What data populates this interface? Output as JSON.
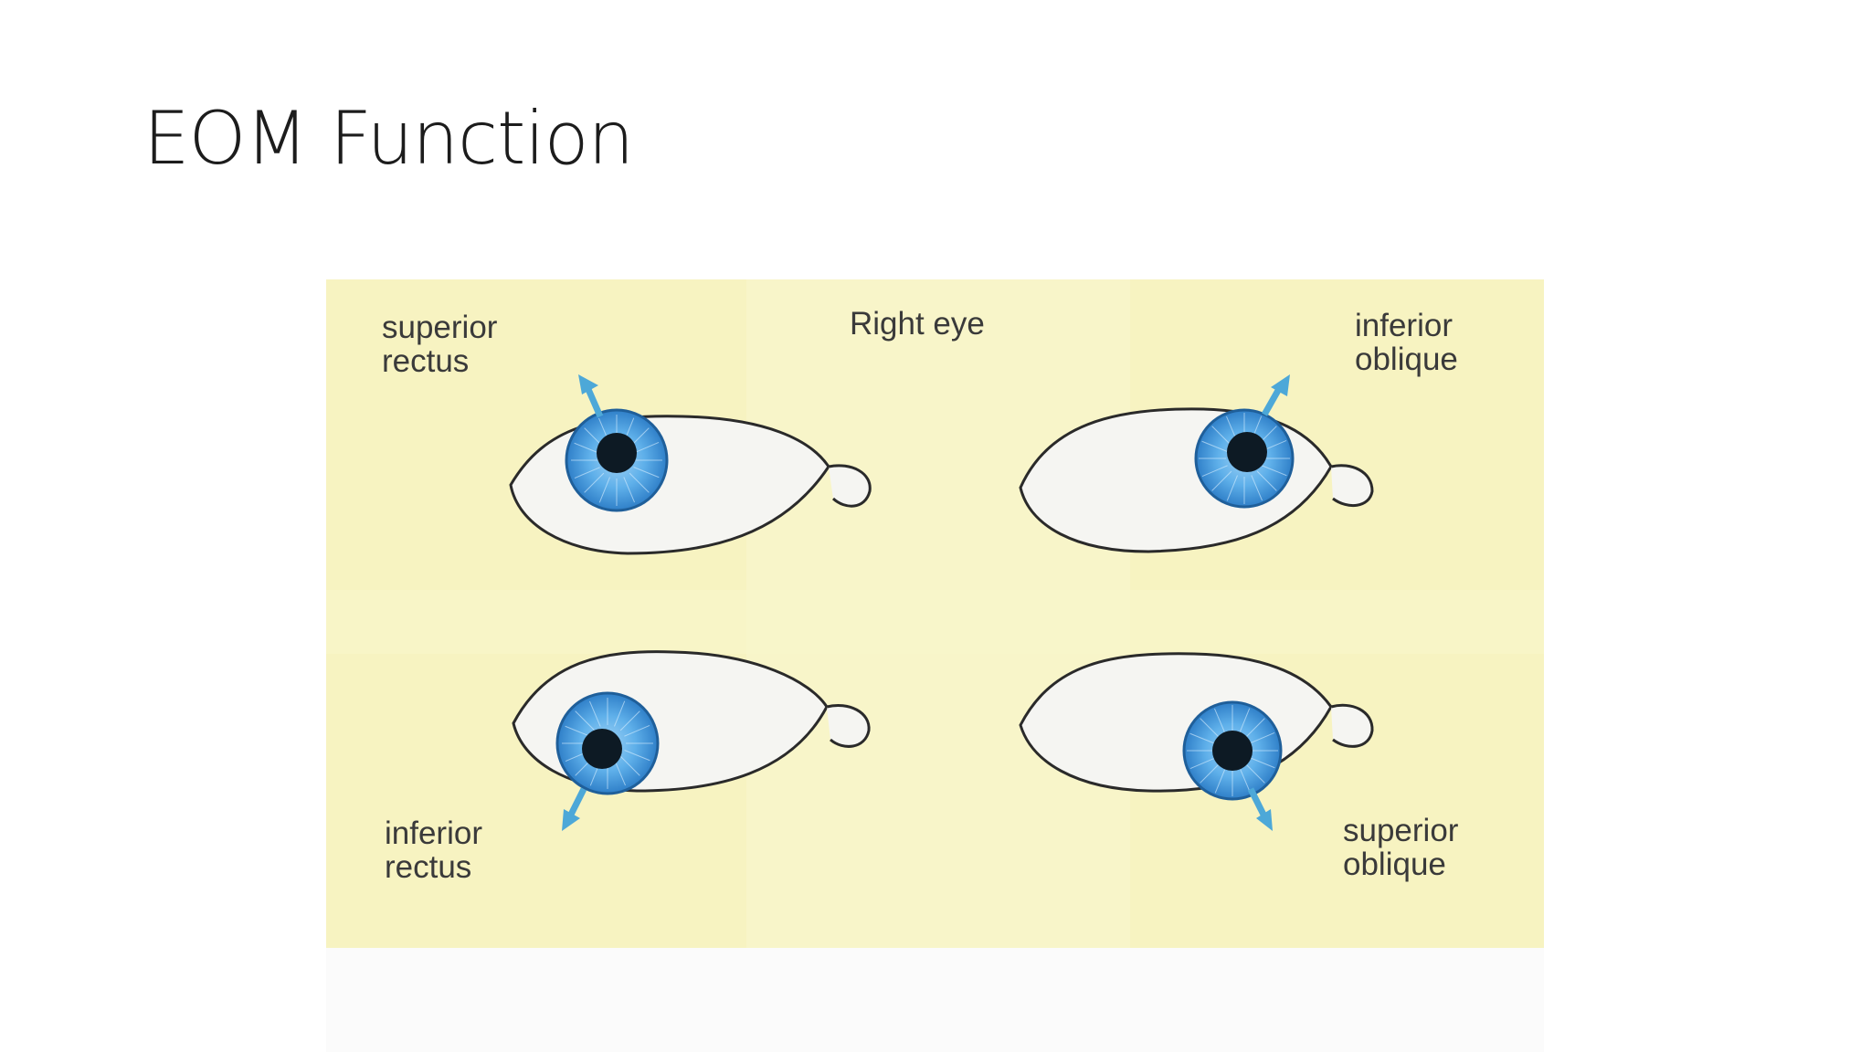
{
  "slide": {
    "title": "EOM Function"
  },
  "figure": {
    "title": "Right eye",
    "labels": {
      "top_left": "superior\nrectus",
      "top_right": "inferior\noblique",
      "bottom_left": "inferior\nrectus",
      "bottom_right": "superior\noblique"
    },
    "colors": {
      "background": "#f7f3c1",
      "iris": "#4a9be0",
      "pupil": "#0d1a24",
      "arrow": "#4da8d8",
      "sclera": "#f5f5f2",
      "outline": "#2a2a2a"
    }
  }
}
